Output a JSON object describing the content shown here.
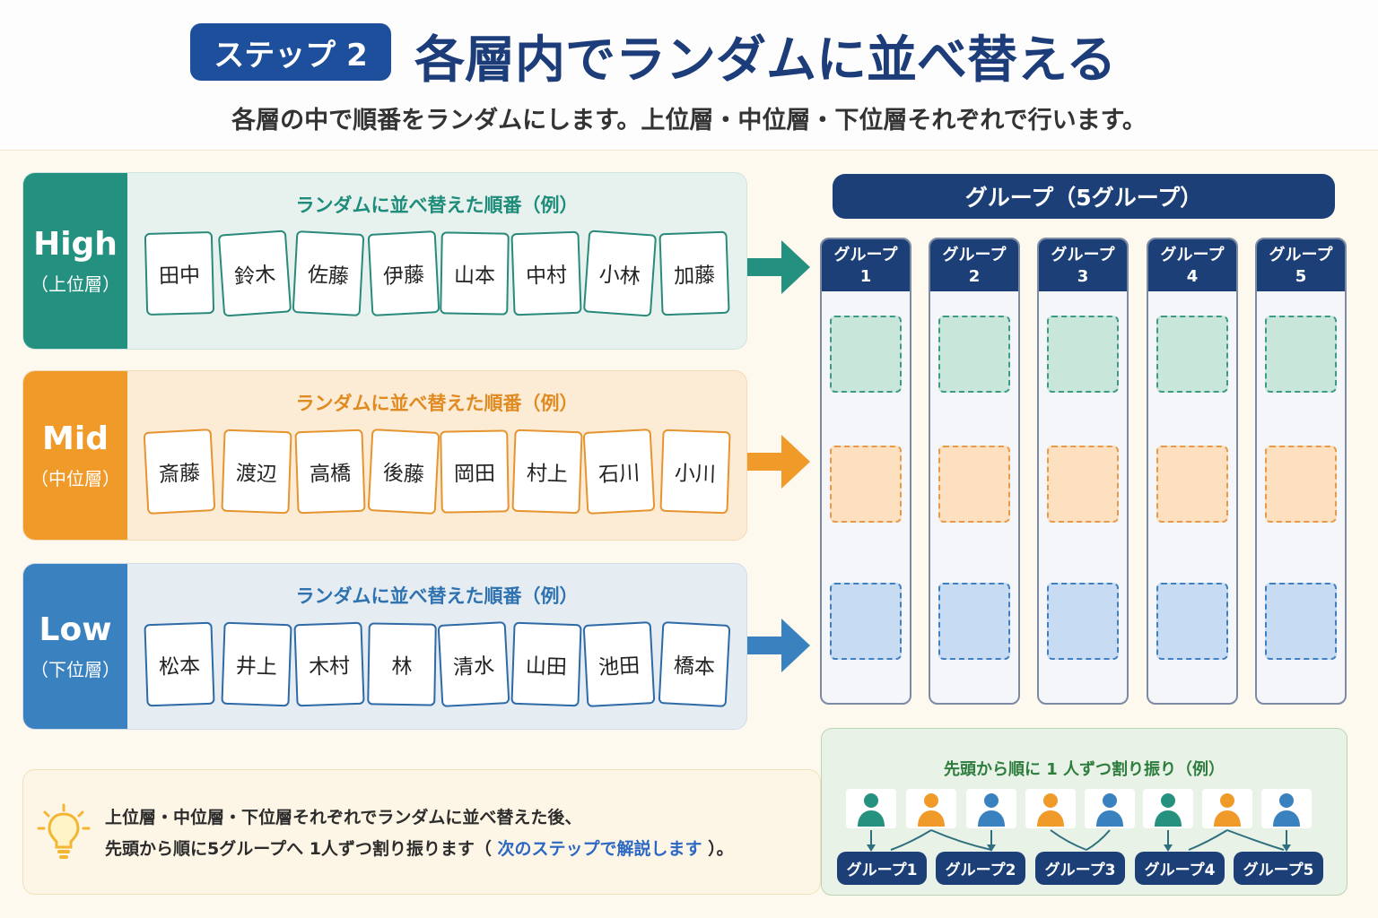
{
  "header": {
    "step_badge": "ステップ 2",
    "title": "各層内でランダムに並べ替える",
    "subtitle": "各層の中で順番をランダムにします。上位層・中位層・下位層それぞれで行います。"
  },
  "tiers": [
    {
      "name": "High",
      "sub": "（上位層）",
      "caption": "ランダムに並べ替えた順番（例）",
      "names": [
        "田中",
        "鈴木",
        "佐藤",
        "伊藤",
        "山本",
        "中村",
        "小林",
        "加藤"
      ]
    },
    {
      "name": "Mid",
      "sub": "（中位層）",
      "caption": "ランダムに並べ替えた順番（例）",
      "names": [
        "斎藤",
        "渡辺",
        "高橋",
        "後藤",
        "岡田",
        "村上",
        "石川",
        "小川"
      ]
    },
    {
      "name": "Low",
      "sub": "（下位層）",
      "caption": "ランダムに並べ替えた順番（例）",
      "names": [
        "松本",
        "井上",
        "木村",
        "林",
        "清水",
        "山田",
        "池田",
        "橋本"
      ]
    }
  ],
  "groups": {
    "header": "グループ（5グループ）",
    "columns": [
      {
        "line1": "グループ",
        "line2": "1"
      },
      {
        "line1": "グループ",
        "line2": "2"
      },
      {
        "line1": "グループ",
        "line2": "3"
      },
      {
        "line1": "グループ",
        "line2": "4"
      },
      {
        "line1": "グループ",
        "line2": "5"
      }
    ]
  },
  "note": {
    "line1": "上位層・中位層・下位層それぞれでランダムに並べ替えた後、",
    "line2_pre": "先頭から順に5グループへ 1人ずつ割り振ります（",
    "line2_link": " 次のステップで解説します ",
    "line2_post": "）。",
    "icon": "lightbulb-icon"
  },
  "assign_example": {
    "caption": "先頭から順に 1 人ずつ割り振り（例）",
    "person_colors": [
      "#27917f",
      "#f09a2a",
      "#3a82bf",
      "#f09a2a",
      "#3a82bf",
      "#27917f",
      "#f09a2a",
      "#3a82bf"
    ],
    "group_labels": [
      "グループ1",
      "グループ2",
      "グループ3",
      "グループ4",
      "グループ5"
    ]
  },
  "colors": {
    "high": "#24907f",
    "mid": "#f09a2a",
    "low": "#3a82bf",
    "navy": "#1b3f76"
  }
}
